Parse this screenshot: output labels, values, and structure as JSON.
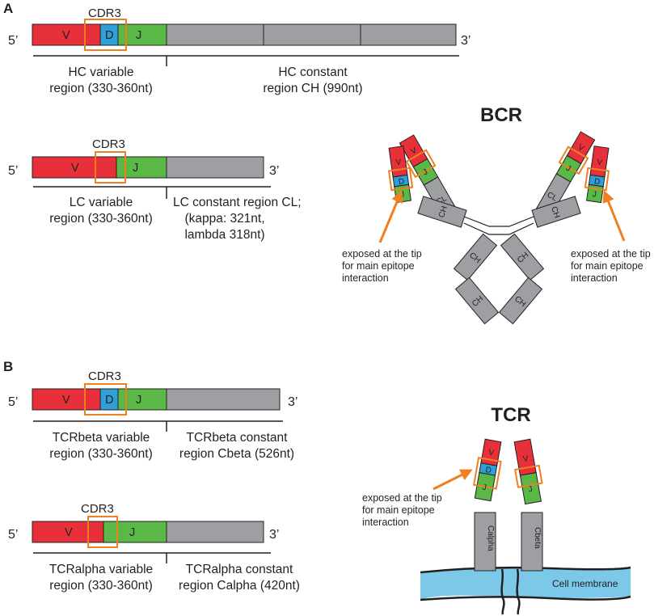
{
  "colors": {
    "v_segment": "#e8303a",
    "d_segment": "#2f9fd8",
    "j_segment": "#5ab846",
    "constant": "#9d9fa2",
    "cdr3_box": "#f07f21",
    "arrow": "#f07f21",
    "membrane": "#7bc8e8",
    "outline": "#231f20"
  },
  "panel_a": {
    "letter": "A",
    "hc": {
      "five_prime": "5’",
      "three_prime": "3’",
      "cdr3": "CDR3",
      "v": "V",
      "d": "D",
      "j": "J",
      "variable_label_1": "HC variable",
      "variable_label_2": "region (330-360nt)",
      "constant_label_1": "HC constant",
      "constant_label_2": "region CH (990nt)"
    },
    "lc": {
      "five_prime": "5’",
      "three_prime": "3’",
      "cdr3": "CDR3",
      "v": "V",
      "j": "J",
      "variable_label_1": "LC variable",
      "variable_label_2": "region (330-360nt)",
      "constant_label_1": "LC constant region CL;",
      "constant_label_2": "(kappa: 321nt,",
      "constant_label_3": "lambda 318nt)"
    },
    "bcr": {
      "title": "BCR",
      "v": "V",
      "d": "D",
      "j": "J",
      "cl": "CL",
      "ch": "CH",
      "note_left_1": "exposed at the tip",
      "note_left_2": "for main epitope",
      "note_left_3": "interaction",
      "note_right_1": "exposed at the tip",
      "note_right_2": "for main epitope",
      "note_right_3": "interaction"
    }
  },
  "panel_b": {
    "letter": "B",
    "beta": {
      "five_prime": "5’",
      "three_prime": "3’",
      "cdr3": "CDR3",
      "v": "V",
      "d": "D",
      "j": "J",
      "variable_label_1": "TCRbeta variable",
      "variable_label_2": "region (330-360nt)",
      "constant_label_1": "TCRbeta constant",
      "constant_label_2": "region Cbeta (526nt)"
    },
    "alpha": {
      "five_prime": "5’",
      "three_prime": "3’",
      "cdr3": "CDR3",
      "v": "V",
      "j": "J",
      "variable_label_1": "TCRalpha variable",
      "variable_label_2": "region  (330-360nt)",
      "constant_label_1": "TCRalpha constant",
      "constant_label_2": "region Calpha (420nt)"
    },
    "tcr": {
      "title": "TCR",
      "v": "V",
      "d": "D",
      "j": "J",
      "calpha": "Calpha",
      "cbeta": "Cbeta",
      "membrane": "Cell membrane",
      "note_1": "exposed at the tip",
      "note_2": "for main epitope",
      "note_3": "interaction"
    }
  }
}
